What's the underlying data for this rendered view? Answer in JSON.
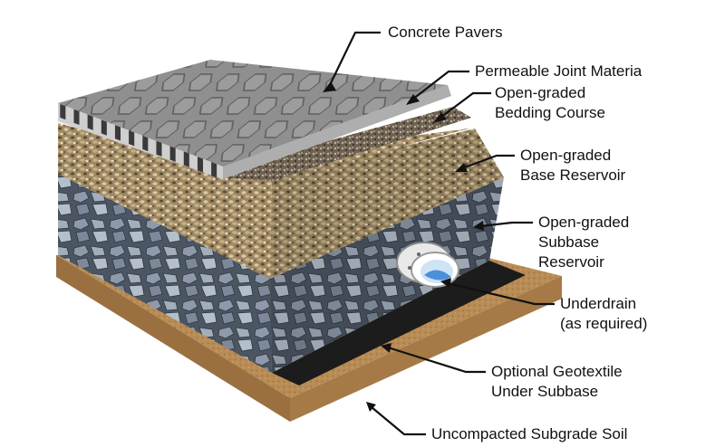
{
  "labels": {
    "concrete_pavers": "Concrete Pavers",
    "joint_material": "Permeable Joint Materia",
    "bedding_course": "Open-graded\nBedding Course",
    "base_reservoir": "Open-graded\nBase Reservoir",
    "subbase_reservoir": "Open-graded\nSubbase\nReservoir",
    "underdrain": "Underdrain\n(as required)",
    "geotextile": "Optional Geotextile\nUnder Subbase",
    "subgrade_soil": "Uncompacted Subgrade Soil"
  },
  "colors": {
    "paver": "#8d8d8d",
    "joint": "#3a3a3a",
    "bedding": "#7a6a55",
    "base": "#a8906a",
    "subbase": "#5f6b78",
    "geotextile": "#1c1c1c",
    "soil": "#b98c55",
    "pipe": "#f2f2f2",
    "water": "#4a90d9"
  }
}
